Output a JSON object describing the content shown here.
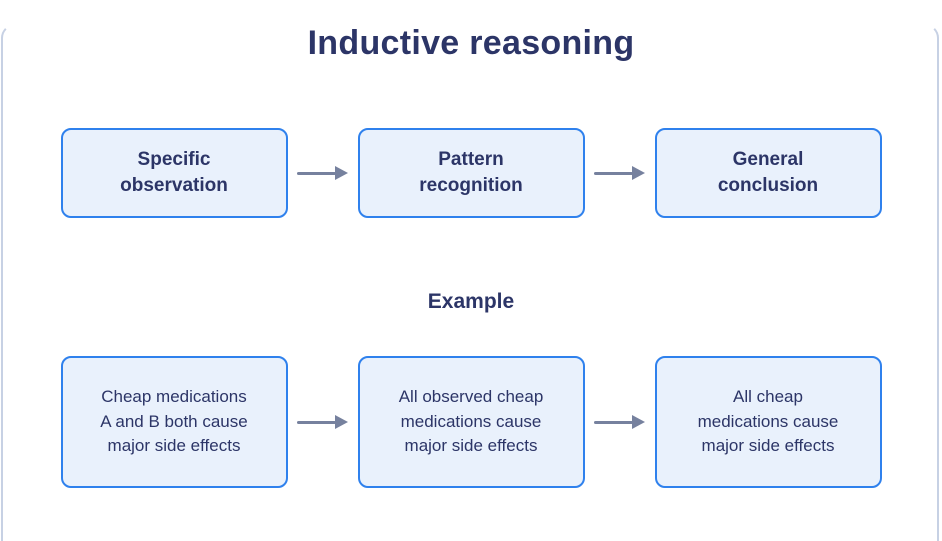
{
  "title": "Inductive reasoning",
  "example_label": "Example",
  "flow": {
    "steps": [
      {
        "label": "Specific\nobservation"
      },
      {
        "label": "Pattern\nrecognition"
      },
      {
        "label": "General\nconclusion"
      }
    ]
  },
  "example_flow": {
    "steps": [
      {
        "label": "Cheap medications\nA and B both cause\nmajor side effects"
      },
      {
        "label": "All observed cheap\nmedications cause\nmajor side effects"
      },
      {
        "label": "All cheap\nmedications cause\nmajor side effects"
      }
    ]
  },
  "icons": {
    "arrow": "arrow-right-icon"
  },
  "colors": {
    "background": "#ffffff",
    "navy_text": "#2c3567",
    "box_fill": "#e9f1fc",
    "box_border": "#2f81ed",
    "arrow": "#76819e",
    "frame_border": "#c7d1e4"
  }
}
